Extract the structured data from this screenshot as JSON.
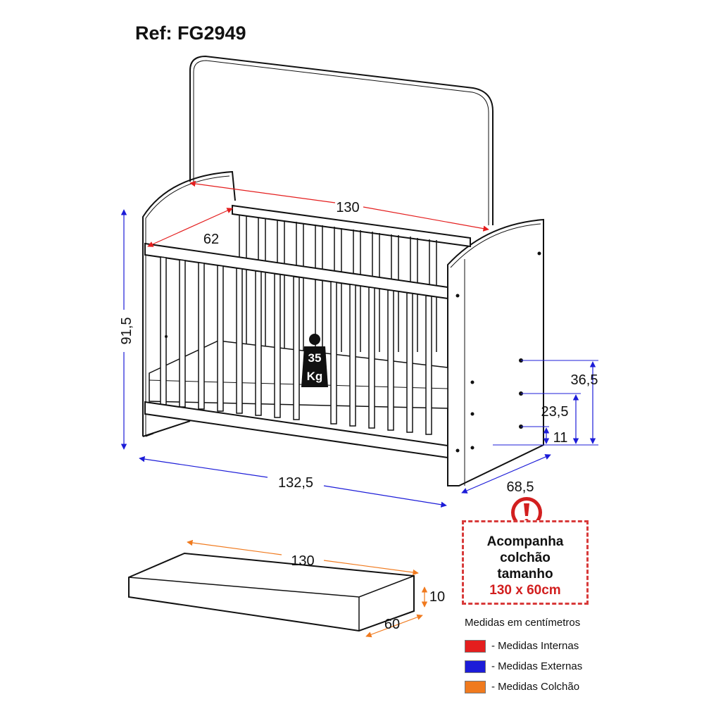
{
  "title": "Ref: FG2949",
  "dimensions": {
    "internal_length": "130",
    "internal_width": "62",
    "external_height": "91,5",
    "external_length": "132,5",
    "external_depth": "68,5",
    "height_top": "36,5",
    "height_mid": "23,5",
    "height_low": "11",
    "mattress_length": "130",
    "mattress_width": "60",
    "mattress_height": "10"
  },
  "weight_badge": {
    "value": "35",
    "unit": "Kg"
  },
  "notice": {
    "icon": "exclamation-icon",
    "lines": [
      "Acompanha",
      "colchão",
      "tamanho"
    ],
    "size": "130 x 60cm"
  },
  "legend": {
    "title": "Medidas em centímetros",
    "items": [
      {
        "color": "#e41e1e",
        "label": "- Medidas Internas"
      },
      {
        "color": "#1c1cd8",
        "label": "- Medidas Externas"
      },
      {
        "color": "#f07a1e",
        "label": "- Medidas Colchão"
      }
    ]
  },
  "colors": {
    "internal": "#e41e1e",
    "external": "#1c1cd8",
    "mattress": "#f07a1e",
    "alert": "#d21f1f"
  }
}
